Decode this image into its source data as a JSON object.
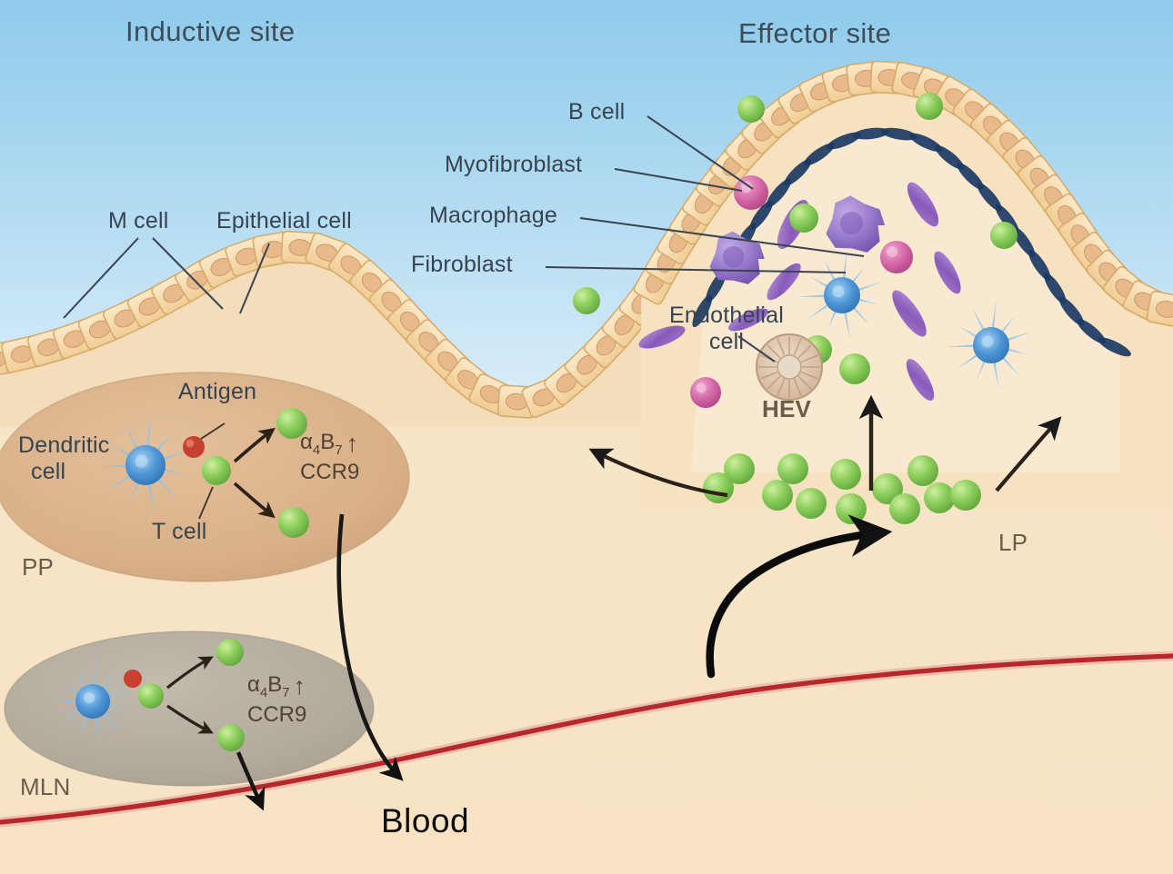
{
  "figure": {
    "type": "diagram",
    "subject": "Gut mucosal immune system: inductive and effector sites",
    "background": {
      "lumen_color": "#a9d6f0",
      "tissue_color": "#f6e4c9",
      "epithelium_color": "#f3d9a8",
      "blood_color": "#b8272a"
    }
  },
  "titles": {
    "inductive": "Inductive site",
    "effector": "Effector site"
  },
  "inductive_labels": {
    "m_cell": "M cell",
    "epithelial_cell": "Epithelial cell",
    "antigen": "Antigen",
    "dendritic_cell_line1": "Dendritic",
    "dendritic_cell_line2": "cell",
    "t_cell": "T cell",
    "pp": "PP",
    "mln": "MLN"
  },
  "effector_labels": {
    "b_cell": "B cell",
    "myofibroblast": "Myofibroblast",
    "macrophage": "Macrophage",
    "fibroblast": "Fibroblast",
    "endothelial_line1": "Endothelial",
    "endothelial_line2": "cell",
    "hev": "HEV",
    "lp": "LP"
  },
  "markers": {
    "pp_integrin": "α",
    "pp_integrin_sub1": "4",
    "pp_integrin_beta": "Β",
    "pp_integrin_sub2": "7",
    "pp_chemokine": "CCR9",
    "mln_integrin": "α",
    "mln_integrin_sub1": "4",
    "mln_integrin_beta": "Β",
    "mln_integrin_sub2": "7",
    "mln_chemokine": "CCR9",
    "arrow_glyph": "↑"
  },
  "vessel": {
    "label": "Blood"
  },
  "legend_colors": {
    "lymphocyte_green": "#7fc45a",
    "macrophage_purple": "#8f74c9",
    "b_cell_pink": "#d06aa8",
    "fibroblast_violet": "#8a5fc0",
    "myofibroblast_navy": "#1b3a63",
    "dendritic_blue": "#5b9bd5",
    "antigen_red": "#c0392b",
    "hev_tan": "#d8bfa8",
    "pp_fill": "#dcb288",
    "mln_fill": "#b5ad9e"
  }
}
